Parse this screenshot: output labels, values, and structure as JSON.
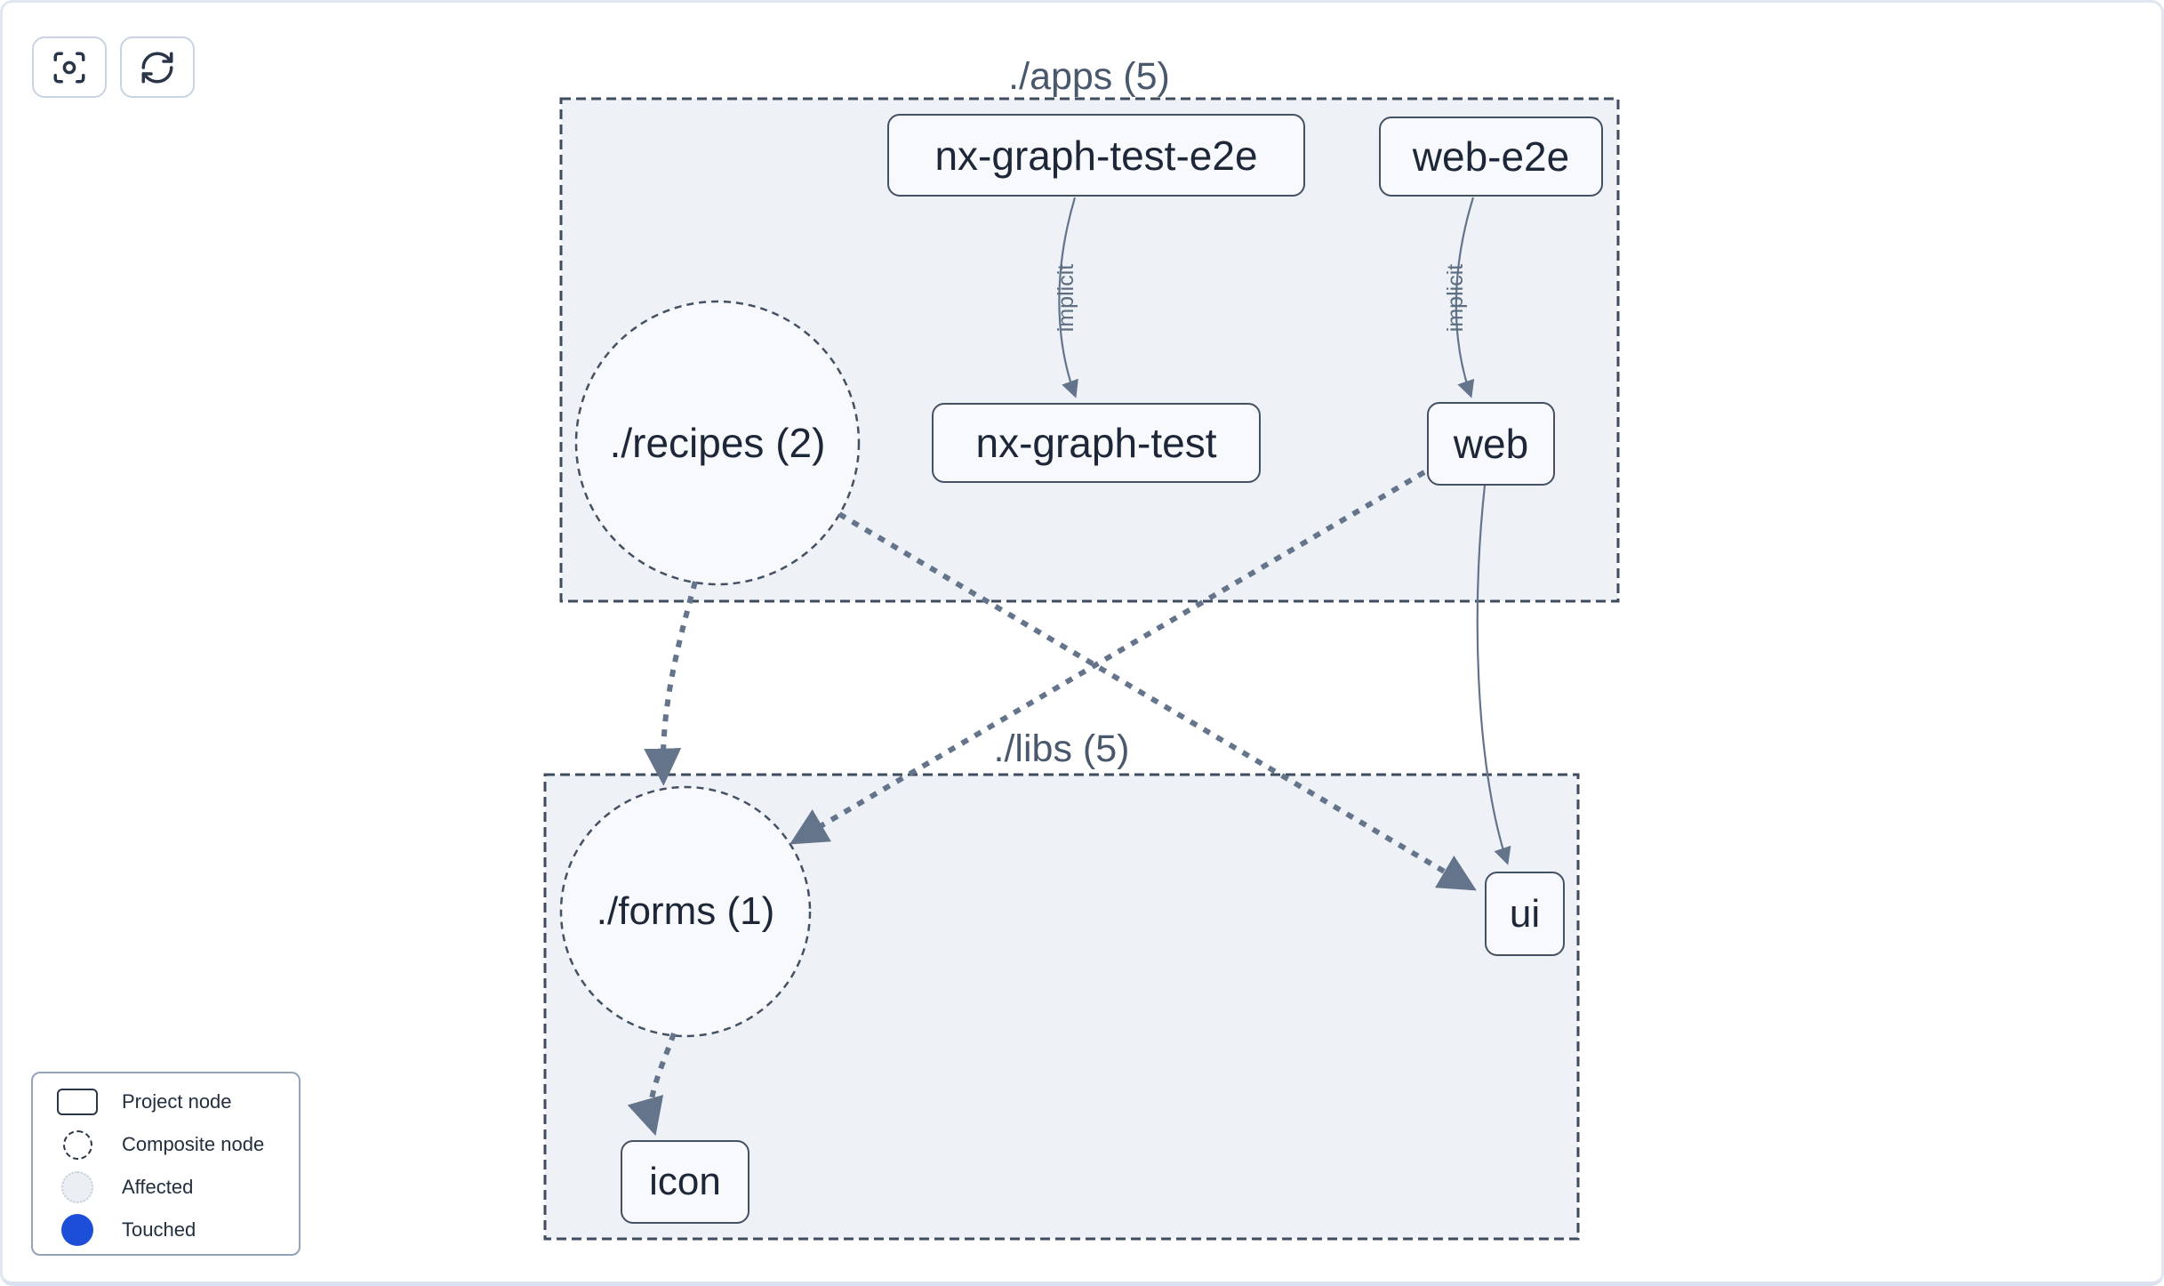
{
  "toolbar": {
    "icons": [
      "center-crosshair-icon",
      "refresh-icon"
    ]
  },
  "clusters": {
    "apps": {
      "label": "./apps (5)"
    },
    "libs": {
      "label": "./libs (5)"
    }
  },
  "nodes": {
    "nx_graph_test_e2e": {
      "label": "nx-graph-test-e2e",
      "type": "project"
    },
    "web_e2e": {
      "label": "web-e2e",
      "type": "project"
    },
    "recipes": {
      "label": "./recipes (2)",
      "type": "composite"
    },
    "nx_graph_test": {
      "label": "nx-graph-test",
      "type": "project"
    },
    "web": {
      "label": "web",
      "type": "project"
    },
    "forms": {
      "label": "./forms (1)",
      "type": "composite"
    },
    "ui": {
      "label": "ui",
      "type": "project"
    },
    "icon": {
      "label": "icon",
      "type": "project"
    }
  },
  "edges": {
    "nx_graph_test_e2e_to_nx_graph_test": {
      "label": "implicit",
      "style": "solid"
    },
    "web_e2e_to_web": {
      "label": "implicit",
      "style": "solid"
    },
    "recipes_to_forms": {
      "style": "dashed"
    },
    "recipes_to_ui": {
      "style": "dashed"
    },
    "web_to_forms": {
      "style": "dashed"
    },
    "web_to_ui": {
      "style": "solid"
    },
    "forms_to_icon": {
      "style": "dashed"
    }
  },
  "legend": {
    "items": [
      {
        "label": "Project node"
      },
      {
        "label": "Composite node"
      },
      {
        "label": "Affected"
      },
      {
        "label": "Touched"
      }
    ]
  },
  "colors": {
    "touched_blue": "#1d4ed8",
    "edge": "#64748b",
    "cluster_fill": "#eef1f6",
    "cluster_border": "#3f4b5e",
    "node_fill": "#f7f9fc",
    "node_border": "#445163",
    "node_text": "#1d2737",
    "cluster_label_text": "#49586c",
    "edge_label_text": "#5d6d82"
  }
}
